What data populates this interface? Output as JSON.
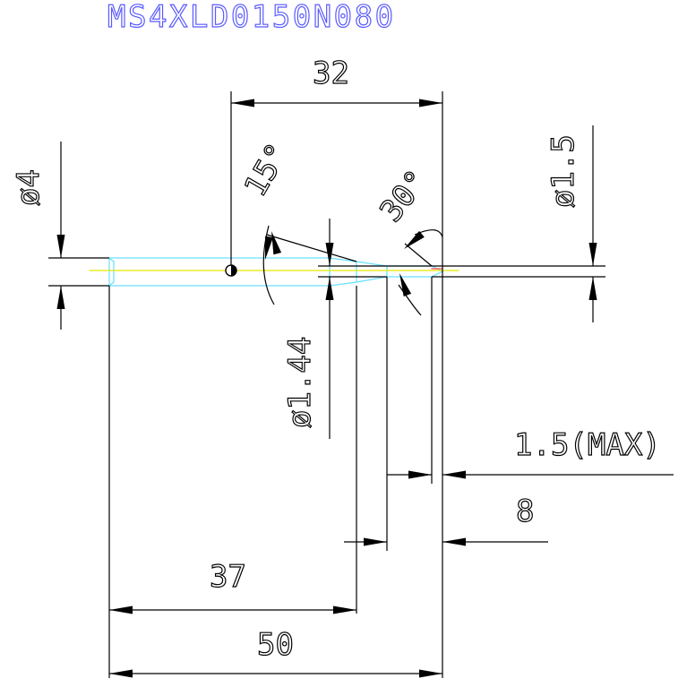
{
  "drawing": {
    "part_number": "MS4XLD0150N080",
    "dimensions": {
      "overall_length": "50",
      "length_37": "37",
      "length_32": "32",
      "length_8": "8",
      "max_length": "1.5(MAX)",
      "shank_diameter": "ø4",
      "neck_diameter": "ø1.44",
      "tip_diameter": "ø1.5"
    },
    "angles": {
      "angle_15": "15°",
      "angle_30": "30°"
    }
  },
  "colors": {
    "dimension_lines": "#000000",
    "dimension_text": "#000000",
    "title_text": "#5a5aff",
    "tool_outline": "#66e0ff",
    "centerline": "#e6e600",
    "tip_marker": "#ff4040",
    "background": "#ffffff"
  }
}
